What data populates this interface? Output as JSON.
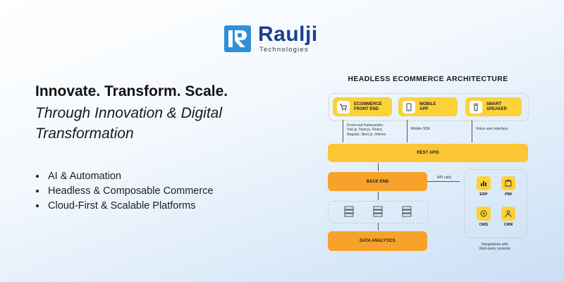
{
  "brand": {
    "name": "Raulji",
    "sub": "Technologies",
    "colors": {
      "primary": "#1c3f8f",
      "accent": "#2f8fd8"
    }
  },
  "hero": {
    "headline": "Innovate. Transform. Scale.",
    "tagline": "Through Innovation & Digital Transformation"
  },
  "features": [
    "AI & Automation",
    "Headless & Composable Commerce",
    "Cloud-First & Scalable Platforms"
  ],
  "diagram": {
    "title": "HEADLESS ECOMMERCE ARCHITECTURE",
    "clients": [
      {
        "label": "ECOMMERCE\nFRONT END",
        "icon": "cart-icon"
      },
      {
        "label": "MOBILE\nAPP",
        "icon": "mobile-app-icon"
      },
      {
        "label": "SMART\nSPEAKER",
        "icon": "smart-speaker-icon"
      }
    ],
    "connectors": {
      "frameworks": "Front-end frameworks:\nVue.js, Nuxt.js, React,\nAngular, Next.js, Inferno",
      "mobile_sdk": "Mobile SDK",
      "voice": "Voice user interface",
      "api_calls": "API calls"
    },
    "layers": {
      "rest_apis": "REST APIS",
      "back_end": "BACK END",
      "data_analytics": "DATA ANALYTICS"
    },
    "integrations": {
      "items": [
        "ERP",
        "PIM",
        "OMS",
        "CRM"
      ],
      "caption": "Integrations with\nthird-party systems"
    },
    "colors": {
      "yellow": "#fcd23a",
      "light_orange": "#fcc536",
      "orange": "#f7a22b"
    }
  }
}
